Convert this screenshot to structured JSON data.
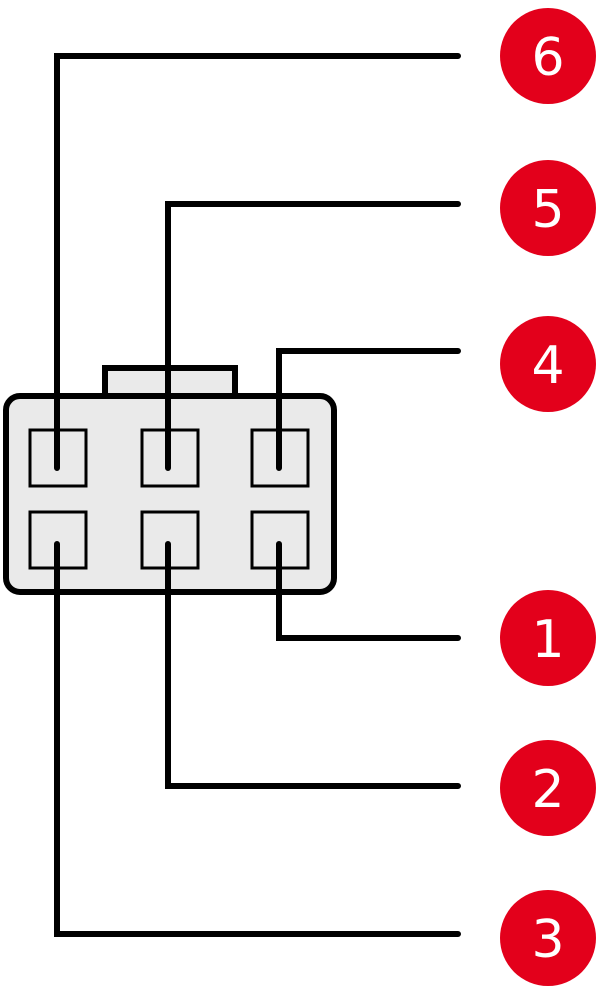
{
  "diagram": {
    "colors": {
      "badge": "#e3001b",
      "badge_text": "#ffffff",
      "housing_fill": "#eaeaea",
      "line": "#000000"
    },
    "pins": [
      {
        "label": "6"
      },
      {
        "label": "5"
      },
      {
        "label": "4"
      },
      {
        "label": "1"
      },
      {
        "label": "2"
      },
      {
        "label": "3"
      }
    ]
  }
}
